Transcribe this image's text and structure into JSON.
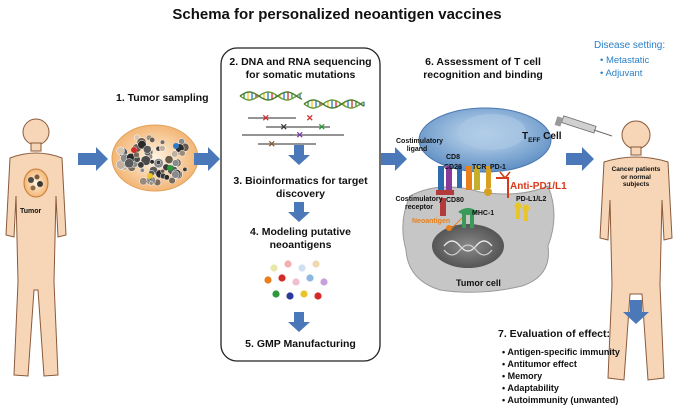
{
  "title": "Schema for personalized neoantigen vaccines",
  "left": {
    "tumor_label": "Tumor"
  },
  "step1": "1. Tumor sampling",
  "pipeline": {
    "step2": "2. DNA and RNA sequencing for somatic mutations",
    "step3": "3. Bioinformatics for target discovery",
    "step4": "4. Modeling putative neoantigens",
    "step5": "5. GMP Manufacturing"
  },
  "immune": {
    "step6": "6. Assessment of T cell recognition and binding",
    "teff_cell": "Cell",
    "teff_t": "T",
    "teff_sub": "EFF",
    "costim_ligand": "Costimulatory ligand",
    "cd8": "CD8",
    "cd28": "CD28",
    "tcr": "TCR",
    "pd1": "PD-1",
    "anti_pd": "Anti-PD1/L1",
    "costim_receptor": "Costimulatory receptor",
    "cd80": "CD80",
    "pdl": "PD-L1/L2",
    "mhc": "MHC-1",
    "neoantigen": "Neoantigen",
    "tumor_cell": "Tumor cell"
  },
  "right": {
    "setting_title": "Disease setting:",
    "setting_items": [
      "Metastatic",
      "Adjuvant"
    ],
    "subject_label": "Cancer patients or normal subjects"
  },
  "evaluation": {
    "title": "7. Evaluation of effect:",
    "items": [
      "Antigen-specific immunity",
      "Antitumor effect",
      "Memory",
      "Adaptability",
      "Autoimmunity (unwanted)"
    ]
  },
  "colors": {
    "arrow": "#4a78b8",
    "body": "#f6d6b6",
    "body_stroke": "#8a5a3a",
    "tcell": "#8fb8e0",
    "tumorcell": "#c6c6c6",
    "accent_blue": "#2a80c8",
    "orange": "#e8801c"
  }
}
